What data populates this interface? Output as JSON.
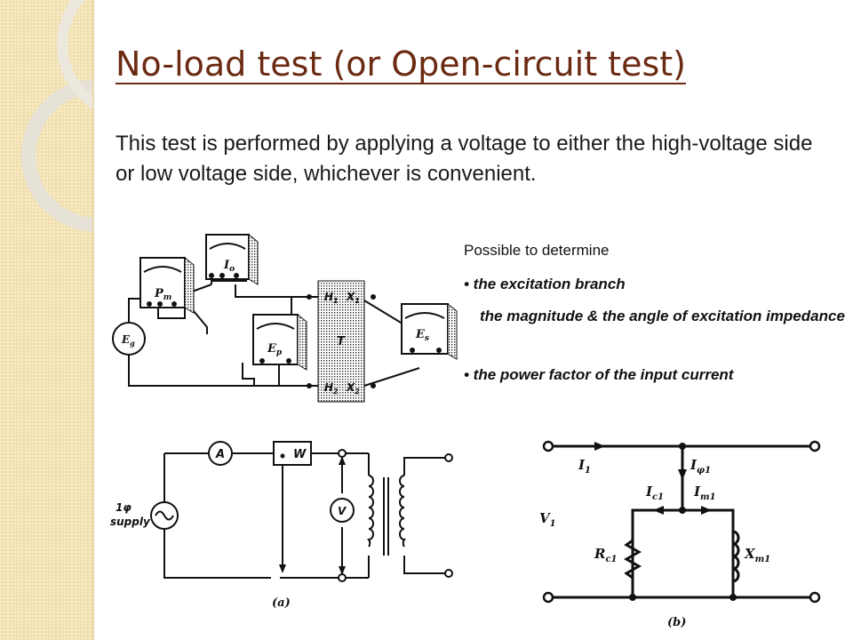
{
  "slide": {
    "title": "No-load test (or Open-circuit test)",
    "intro": "This test is performed by applying a voltage to either the high-voltage side or low voltage side, whichever is convenient."
  },
  "points": {
    "heading": "Possible to determine",
    "items": [
      "• the excitation branch",
      "the magnitude & the angle of excitation impedance",
      "• the power factor of the input current"
    ]
  },
  "figure_top": {
    "meters": {
      "wattmeter": "P",
      "wattmeter_sub": "m",
      "ammeter": "I",
      "ammeter_sub": "o",
      "primary_voltmeter": "E",
      "primary_voltmeter_sub": "p",
      "secondary_voltmeter": "E",
      "secondary_voltmeter_sub": "s"
    },
    "source": "E",
    "source_sub": "g",
    "transformer": "T",
    "terminals": {
      "h1": "H",
      "h1_sub": "1",
      "h2": "H",
      "h2_sub": "2",
      "x1": "X",
      "x1_sub": "1",
      "x2": "X",
      "x2_sub": "2"
    }
  },
  "figure_a": {
    "ammeter": "A",
    "wattmeter": "W",
    "voltmeter": "V",
    "supply_phase": "1φ",
    "supply_label": "supply",
    "caption": "(a)"
  },
  "figure_b": {
    "i1": "I",
    "i1_sub": "1",
    "iphi": "I",
    "iphi_sub": "φ1",
    "ic": "I",
    "ic_sub": "c1",
    "im": "I",
    "im_sub": "m1",
    "v1": "V",
    "v1_sub": "1",
    "rc": "R",
    "rc_sub": "c1",
    "xm": "X",
    "xm_sub": "m1",
    "caption": "(b)"
  }
}
